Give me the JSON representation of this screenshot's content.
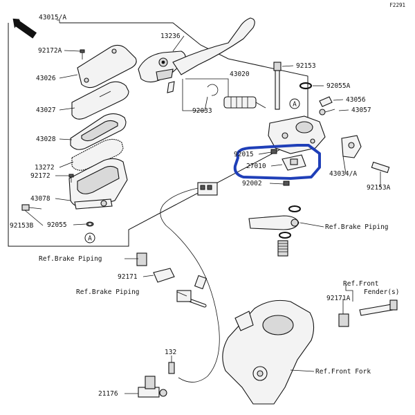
{
  "diagram_code": "F2291",
  "front_label": "FRONT",
  "marker_a": "A",
  "labels": {
    "p43015a": "43015/A",
    "p92172a": "92172A",
    "p43026": "43026",
    "p43027": "43027",
    "p43028": "43028",
    "p13272": "13272",
    "p92172": "92172",
    "p43078": "43078",
    "p92153b": "92153B",
    "p92055": "92055",
    "p13236": "13236",
    "p43020": "43020",
    "p92033": "92033",
    "p92153": "92153",
    "p92055a": "92055A",
    "p43056": "43056",
    "p43057": "43057",
    "p92015": "92015",
    "p27010": "27010",
    "p92002": "92002",
    "p43034a": "43034/A",
    "p92153a": "92153A",
    "p92171": "92171",
    "p92171a": "92171A",
    "p132": "132",
    "p21176": "21176"
  },
  "refs": {
    "brake_piping_1": "Ref.Brake Piping",
    "brake_piping_2": "Ref.Brake Piping",
    "brake_piping_3": "Ref.Brake Piping",
    "front_fender_1": "Ref.Front",
    "front_fender_2": "Fender(s)",
    "front_fork": "Ref.Front Fork"
  },
  "colors": {
    "highlight": "#1f3fb8",
    "line": "#111111"
  }
}
